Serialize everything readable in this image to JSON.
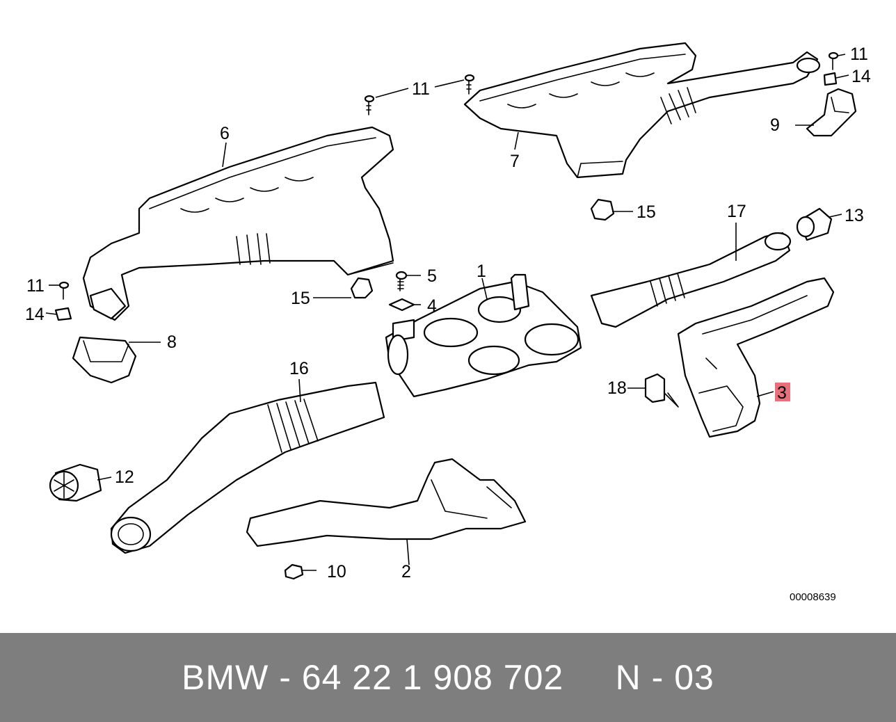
{
  "callouts": {
    "c1": "1",
    "c2": "2",
    "c3": "3",
    "c4": "4",
    "c5": "5",
    "c6": "6",
    "c7": "7",
    "c8": "8",
    "c9": "9",
    "c10": "10",
    "c11a": "11",
    "c11b": "11",
    "c11c": "11",
    "c12": "12",
    "c13": "13",
    "c14a": "14",
    "c14b": "14",
    "c15a": "15",
    "c15b": "15",
    "c16": "16",
    "c17": "17",
    "c18": "18"
  },
  "highlighted_part": "3",
  "highlight_color": "#e8707a",
  "drawing_number": "00008639",
  "footer": {
    "text": "BMW - 64 22 1 908 702     N - 03",
    "background": "#7e7e7e"
  }
}
